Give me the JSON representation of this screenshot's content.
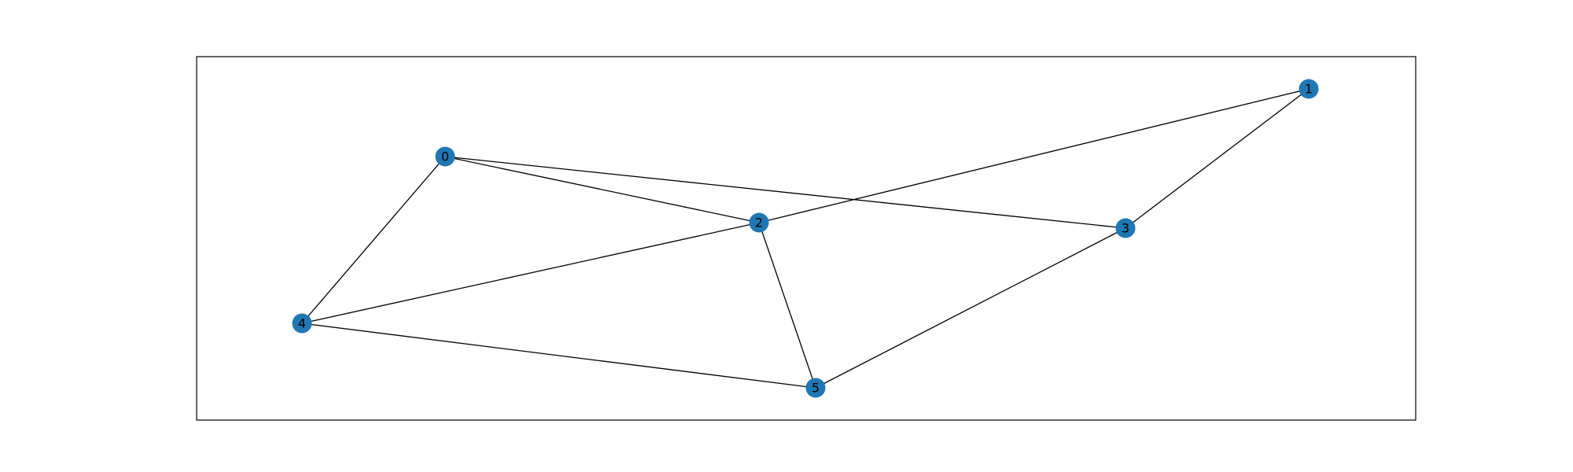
{
  "graph": {
    "node_color": "#1f77b4",
    "edge_color": "#000000",
    "nodes": [
      {
        "id": 0,
        "label": "0"
      },
      {
        "id": 1,
        "label": "1"
      },
      {
        "id": 2,
        "label": "2"
      },
      {
        "id": 3,
        "label": "3"
      },
      {
        "id": 4,
        "label": "4"
      },
      {
        "id": 5,
        "label": "5"
      }
    ],
    "edges": [
      [
        0,
        2
      ],
      [
        0,
        3
      ],
      [
        0,
        4
      ],
      [
        1,
        2
      ],
      [
        1,
        3
      ],
      [
        2,
        4
      ],
      [
        2,
        5
      ],
      [
        3,
        5
      ],
      [
        4,
        5
      ]
    ]
  }
}
